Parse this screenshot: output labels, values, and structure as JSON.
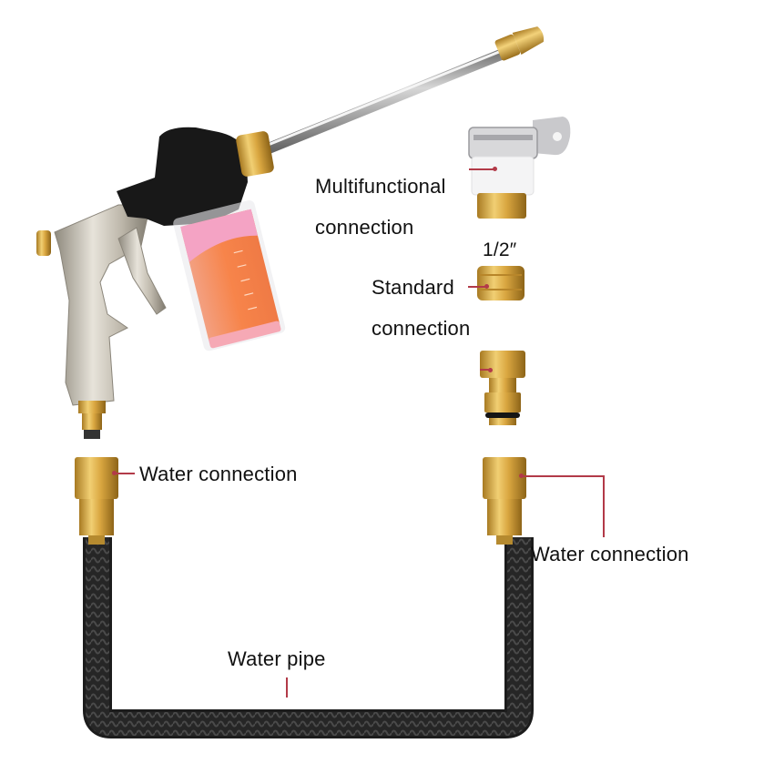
{
  "labels": {
    "multifunctional_line1": "Multifunctional",
    "multifunctional_line2": "connection",
    "size": "1/2″",
    "standard_line1": "Standard",
    "standard_line2": "connection",
    "water_connection_left": "Water connection",
    "water_connection_right": "Water connection",
    "water_pipe": "Water pipe"
  },
  "components": [
    {
      "name": "spray-gun",
      "description": "Metal spray gun with foam bottle"
    },
    {
      "name": "foam-bottle",
      "description": "Clear bottle with orange/pink soap"
    },
    {
      "name": "extension-wand",
      "description": "Stainless rod with brass nozzle"
    },
    {
      "name": "multifunctional-connector",
      "description": "Tap adapter with clamp and key"
    },
    {
      "name": "standard-connector",
      "description": "1/2 inch brass threaded adapter"
    },
    {
      "name": "quick-connector",
      "description": "Brass quick connector with O-ring"
    },
    {
      "name": "hose-fitting-left"
    },
    {
      "name": "hose-fitting-right"
    },
    {
      "name": "water-pipe",
      "description": "Black braided expandable hose"
    }
  ],
  "colors": {
    "leader_line": "#b23a48",
    "brass": "#d9a640",
    "hose": "#2a2a2a",
    "foam_orange": "#f7844a",
    "foam_pink": "#f4a3c4",
    "body_black": "#1a1a1a",
    "metal": "#c9c3b6"
  }
}
